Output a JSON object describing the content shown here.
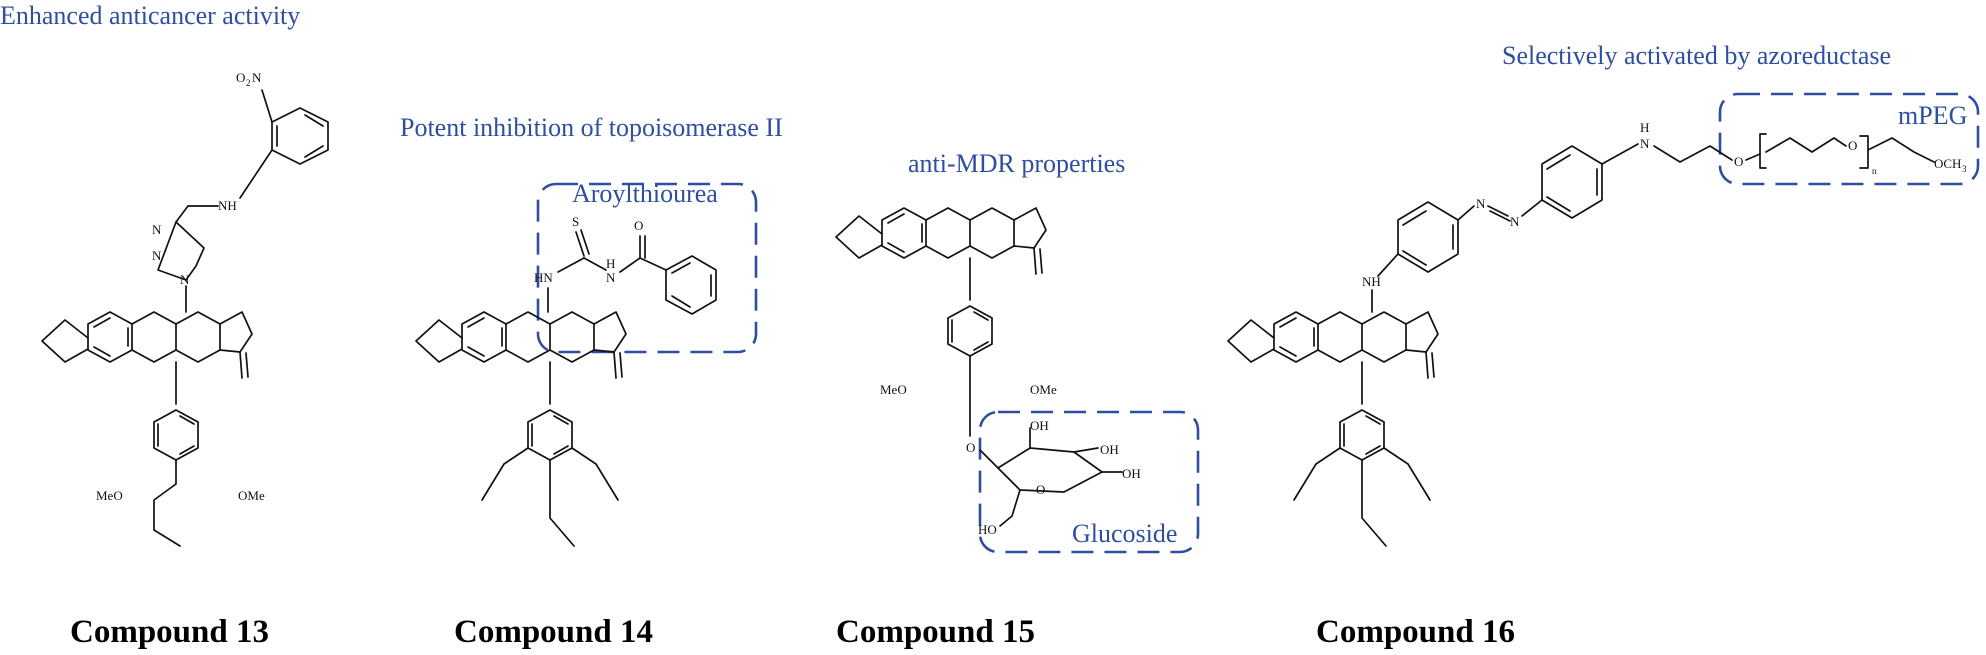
{
  "colors": {
    "annotation": "#2E4FA0",
    "structure": "#111111",
    "caption": "#000000"
  },
  "compounds": [
    {
      "caption": "Compound 13",
      "note": "Enhanced anticancer activity",
      "atoms": {
        "nitro": "O",
        "nitro_sub": "2",
        "nitro_n": "N",
        "amine": "NH",
        "triazole_n1": "N",
        "triazole_n2": "N",
        "triazole_n3": "N",
        "meo_left": "MeO",
        "ome_right": "OMe"
      }
    },
    {
      "caption": "Compound 14",
      "note": "Potent inhibition of topoisomerase II",
      "box_label": "Aroylthiourea",
      "atoms": {
        "sulfur": "S",
        "hn_left": "HN",
        "n_right": "N",
        "n_h": "H",
        "carbonyl_o": "O"
      }
    },
    {
      "caption": "Compound 15",
      "note": "anti-MDR properties",
      "box_label": "Glucoside",
      "atoms": {
        "meo": "MeO",
        "ome": "OMe",
        "o_link": "O",
        "oh_top": "OH",
        "oh_right_top": "OH",
        "oh_right": "OH",
        "oh_bottom": "HO",
        "ring_o": "O"
      }
    },
    {
      "caption": "Compound 16",
      "note": "Selectively activated by azoreductase",
      "box_label": "mPEG",
      "atoms": {
        "nh": "NH",
        "azo_n1": "N",
        "azo_n2": "N",
        "amine_h": "H",
        "amine_n": "N",
        "peg_o1": "O",
        "peg_o2": "O",
        "peg_n": "n",
        "och3": "OCH",
        "och3_sub": "3"
      }
    }
  ]
}
